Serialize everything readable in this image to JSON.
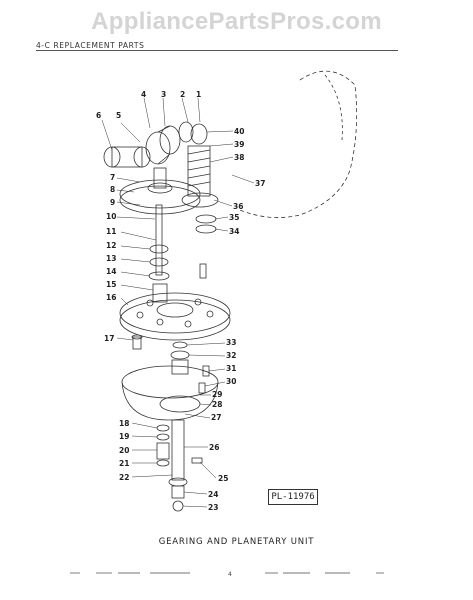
{
  "watermark": "AppliancePartsPros.com",
  "section_header": "4-C REPLACEMENT PARTS",
  "plate_number": "PL-11976",
  "caption": "GEARING AND PLANETARY UNIT",
  "page_number": "4",
  "callouts": [
    "1",
    "2",
    "3",
    "4",
    "5",
    "6",
    "7",
    "8",
    "9",
    "10",
    "11",
    "12",
    "13",
    "14",
    "15",
    "16",
    "17",
    "18",
    "19",
    "20",
    "21",
    "22",
    "23",
    "24",
    "25",
    "26",
    "27",
    "28",
    "29",
    "30",
    "31",
    "32",
    "33",
    "34",
    "35",
    "36",
    "37",
    "38",
    "39",
    "40"
  ]
}
